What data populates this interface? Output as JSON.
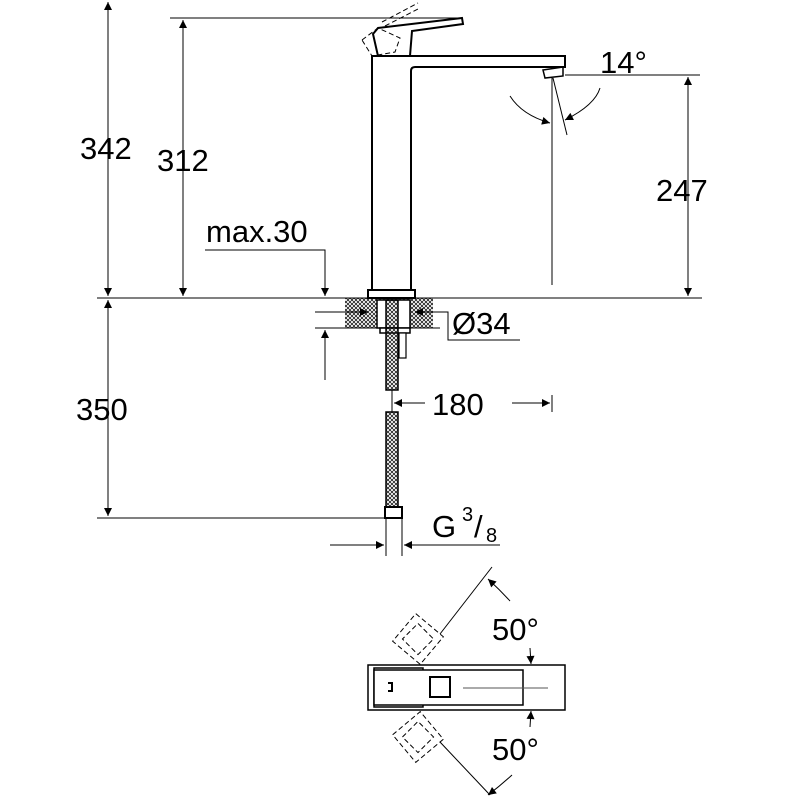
{
  "drawing": {
    "dimensions": {
      "overall_height": "342",
      "lever_height": "312",
      "spout_height": "247",
      "spout_angle": "14°",
      "max_deck_thickness": "max.30",
      "hole_diameter": "Ø34",
      "spout_reach": "180",
      "hose_length": "350",
      "connection_thread": "G",
      "thread_numerator": "3",
      "thread_denominator": "8",
      "lever_rotation_top": "50°",
      "lever_rotation_bottom": "50°"
    },
    "line_color": "#000000",
    "background": "#ffffff"
  }
}
